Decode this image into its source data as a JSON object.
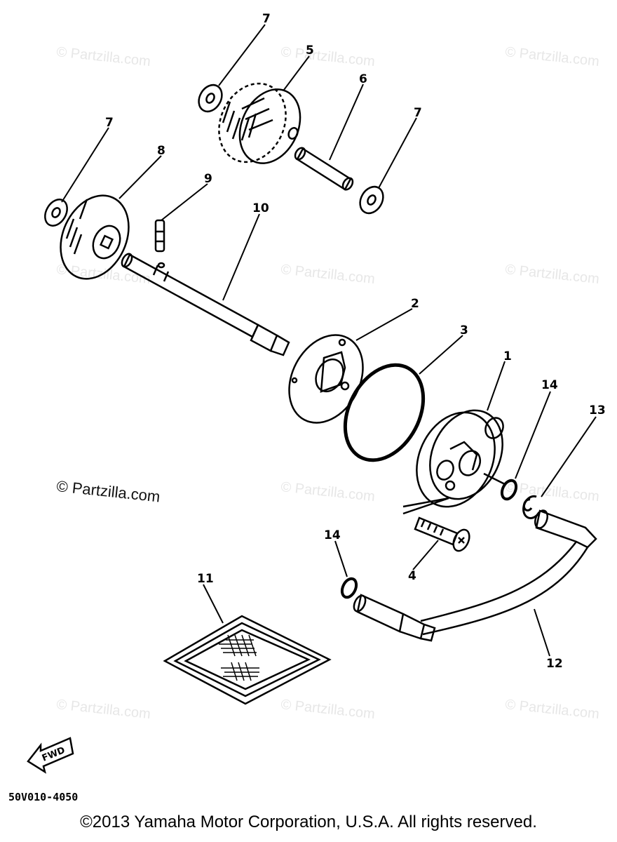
{
  "watermark_text": "© Partzilla.com",
  "main_watermark_text": "© Partzilla.com",
  "diagram_code": "50V010-4050",
  "fwd_label": "FWD",
  "copyright": "©2013 Yamaha Motor Corporation, U.S.A. All rights reserved.",
  "callouts": {
    "c1": "1",
    "c2": "2",
    "c3": "3",
    "c4": "4",
    "c5": "5",
    "c6": "6",
    "c7a": "7",
    "c7b": "7",
    "c7c": "7",
    "c8": "8",
    "c9": "9",
    "c10": "10",
    "c11": "11",
    "c12": "12",
    "c13": "13",
    "c14a": "14",
    "c14b": "14"
  }
}
